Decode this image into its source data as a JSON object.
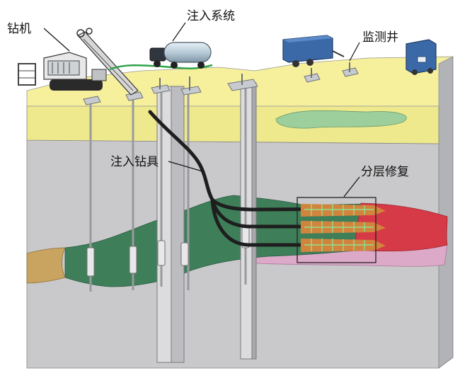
{
  "labels": {
    "drill_rig": "钻机",
    "injection_system": "注入系统",
    "monitoring_well": "监测井",
    "injection_tool": "注入钻具",
    "layered_remediation": "分层修复"
  },
  "colors": {
    "surface_soil": "#eee98c",
    "bedrock": "#c9c9cb",
    "contaminant_plume": "#3e7f5a",
    "pollutant_core": "#d63a46",
    "lower_plume": "#dcaac8",
    "tan_zone": "#c9a461",
    "small_lens": "#9ccf9c",
    "equipment_blue": "#3b69a8"
  }
}
